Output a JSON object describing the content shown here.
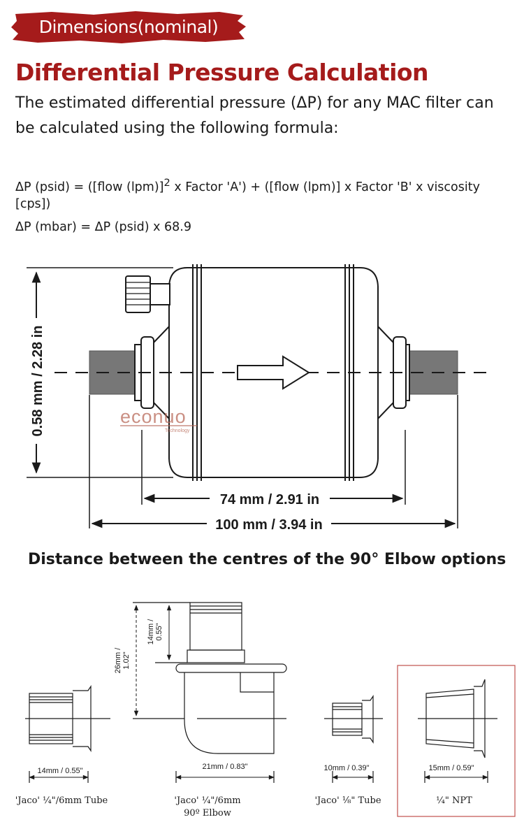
{
  "banner": {
    "label": "Dimensions(nominal)"
  },
  "heading": {
    "title": "Differential Pressure Calculation"
  },
  "intro": {
    "text": "The estimated differential pressure (ΔP) for any MAC filter can be calculated using the following formula:"
  },
  "formula": {
    "psid_a": "ΔP (psid) = ([flow (lpm)]",
    "psid_sup": "2",
    "psid_b": " x Factor 'A') + ([flow (lpm)] x Factor 'B' x viscosity [cps])",
    "mbar": "ΔP (mbar) = ΔP (psid) x 68.9"
  },
  "filter_drawing": {
    "height_label": "0.58 mm / 2.28 in",
    "body_length_label": "74 mm / 2.91 in",
    "overall_length_label": "100 mm / 3.94 in",
    "watermark": "econuo",
    "watermark_sub": "Technology"
  },
  "elbow_section": {
    "title": "Distance between the centres of the 90° Elbow options"
  },
  "fittings": [
    {
      "dim": "14mm / 0.55\"",
      "caption": "'Jaco' ¼\"/6mm Tube"
    },
    {
      "dim": "21mm / 0.83\"",
      "caption": "'Jaco' ¼\"/6mm",
      "caption2": "90º Elbow",
      "vert_a": "26mm /",
      "vert_b": "1.02\"",
      "vert_c": "14mm /",
      "vert_d": "0.55\""
    },
    {
      "dim": "10mm / 0.39\"",
      "caption": "'Jaco'  ⅛\"  Tube"
    },
    {
      "dim": "15mm / 0.59\"",
      "caption": "¼\" NPT"
    }
  ],
  "colors": {
    "accent": "#a51b1b",
    "fitting_grey": "#777777",
    "highlight_border": "#c0504d"
  }
}
